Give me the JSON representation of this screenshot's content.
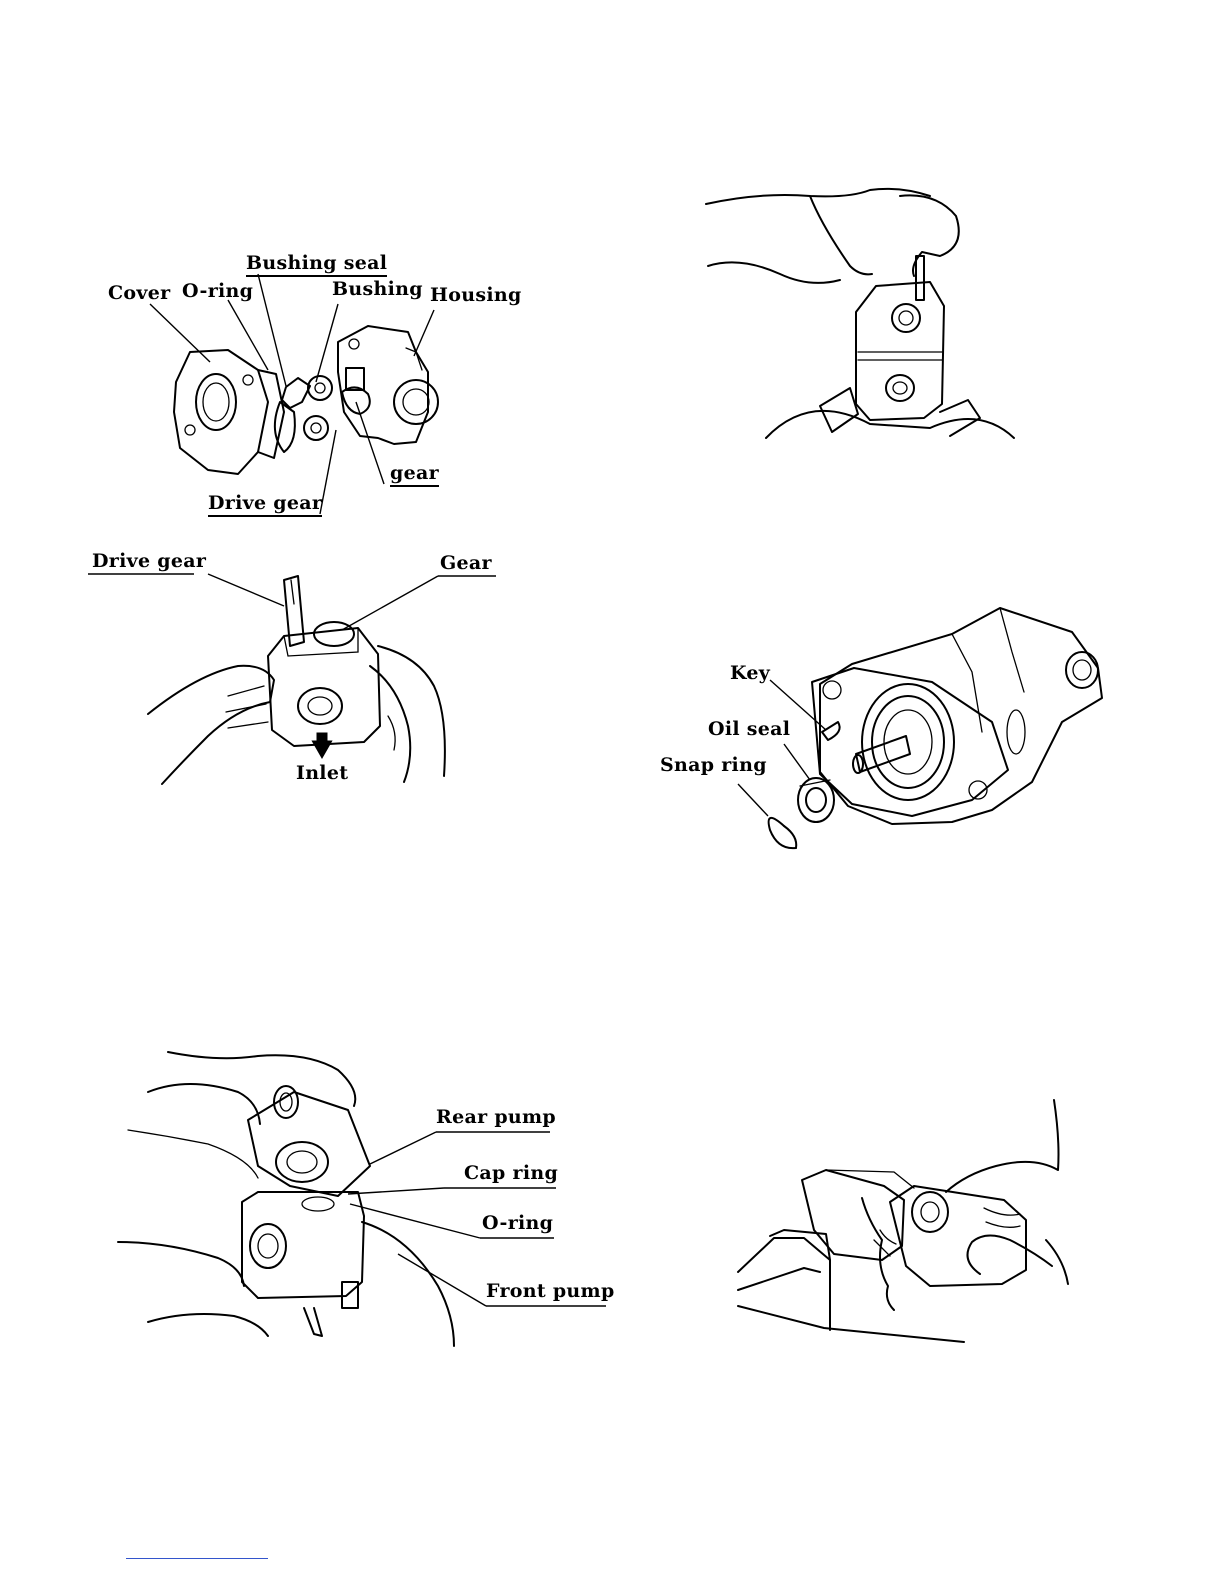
{
  "figures": {
    "exploded_view": {
      "labels": {
        "bushing_seal": "Bushing seal",
        "cover": "Cover",
        "o_ring": "O-ring",
        "bushing": "Bushing",
        "housing": "Housing",
        "gear": "gear",
        "drive_gear": "Drive gear"
      }
    },
    "gear_install": {
      "labels": {
        "drive_gear": "Drive gear",
        "gear": "Gear",
        "inlet": "Inlet"
      }
    },
    "bolt_tightening": {
      "labels": {}
    },
    "shaft_seal": {
      "labels": {
        "key": "Key",
        "oil_seal": "Oil seal",
        "snap_ring": "Snap ring"
      }
    },
    "tandem_assembly": {
      "labels": {
        "rear_pump": "Rear pump",
        "cap_ring": "Cap ring",
        "o_ring": "O-ring",
        "front_pump": "Front pump"
      }
    },
    "vise_mount": {
      "labels": {}
    }
  },
  "colors": {
    "ink": "#000000",
    "paper": "#ffffff",
    "footer_rule": "#3355cc"
  }
}
